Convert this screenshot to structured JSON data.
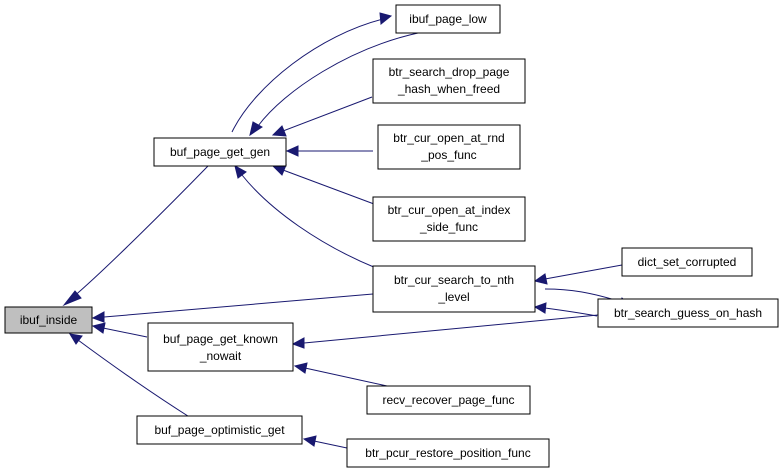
{
  "colors": {
    "edge": "#191970",
    "root_fill": "#bfbfbf",
    "node_fill": "#ffffff",
    "border": "#000000"
  },
  "nodes": {
    "ibuf_inside": {
      "lines": [
        "ibuf_inside"
      ],
      "root": true
    },
    "buf_page_get_gen": {
      "lines": [
        "buf_page_get_gen"
      ]
    },
    "ibuf_page_low": {
      "lines": [
        "ibuf_page_low"
      ]
    },
    "btr_search_drop_page": {
      "lines": [
        "btr_search_drop_page",
        "_hash_when_freed"
      ]
    },
    "btr_cur_open_at_rnd": {
      "lines": [
        "btr_cur_open_at_rnd",
        "_pos_func"
      ]
    },
    "btr_cur_open_at_index": {
      "lines": [
        "btr_cur_open_at_index",
        "_side_func"
      ]
    },
    "btr_cur_search_to_nth": {
      "lines": [
        "btr_cur_search_to_nth",
        "_level"
      ]
    },
    "dict_set_corrupted": {
      "lines": [
        "dict_set_corrupted"
      ]
    },
    "btr_search_guess": {
      "lines": [
        "btr_search_guess_on_hash"
      ]
    },
    "buf_page_get_known": {
      "lines": [
        "buf_page_get_known",
        "_nowait"
      ]
    },
    "recv_recover_page": {
      "lines": [
        "recv_recover_page_func"
      ]
    },
    "buf_page_optimistic": {
      "lines": [
        "buf_page_optimistic_get"
      ]
    },
    "btr_pcur_restore": {
      "lines": [
        "btr_pcur_restore_position_func"
      ]
    }
  }
}
